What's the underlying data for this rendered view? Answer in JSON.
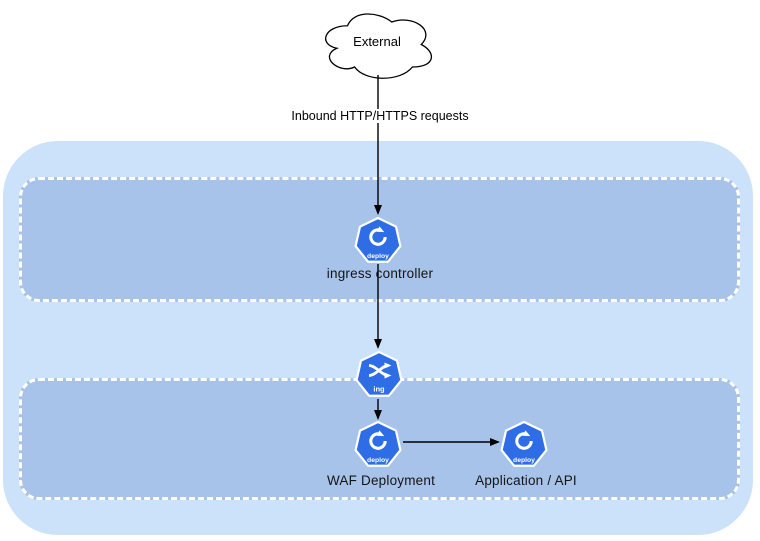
{
  "diagram": {
    "cloud": {
      "label": "External"
    },
    "edge_labels": {
      "inbound": "Inbound HTTP/HTTPS requests"
    },
    "nodes": {
      "ingress_controller": {
        "badge": "deploy",
        "label": "ingress controller"
      },
      "ingress": {
        "badge": "ing"
      },
      "waf": {
        "badge": "deploy",
        "label": "WAF Deployment"
      },
      "app": {
        "badge": "deploy",
        "label": "Application / API"
      }
    }
  },
  "colors": {
    "cluster_fill": "#cbe2fa",
    "zone_fill": "#a7c3e9",
    "zone_border": "#ffffff",
    "k8s_blue": "#2e6de5",
    "icon_border": "#ffffff",
    "line": "#000000",
    "label_text": "#141414"
  }
}
